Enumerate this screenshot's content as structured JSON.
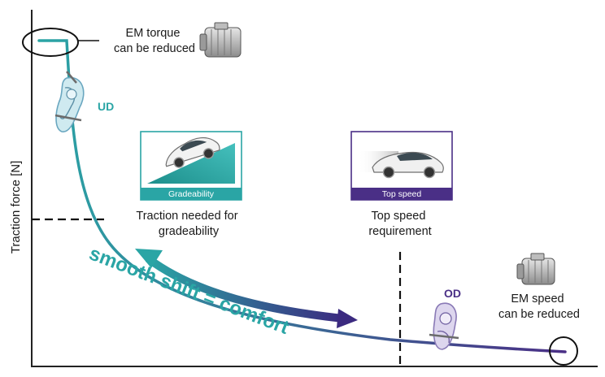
{
  "axis": {
    "y_label": "Traction force [N]"
  },
  "curve": {
    "start_color": "#2aa5a5",
    "end_color": "#4a2f86"
  },
  "annotations": {
    "em_torque": [
      "EM torque",
      "can be reduced"
    ],
    "em_speed": [
      "EM speed",
      "can be reduced"
    ],
    "traction_needed": [
      "Traction needed for",
      "gradeability"
    ],
    "top_speed_req": [
      "Top speed",
      "requirement"
    ],
    "smooth_shift": "smooth shift = comfort"
  },
  "gear_labels": {
    "underdrive": "UD",
    "overdrive": "OD"
  },
  "cards": {
    "gradeability": {
      "caption": "Gradeability",
      "color": "#2aa5a5"
    },
    "top_speed": {
      "caption": "Top speed",
      "color": "#4a2f86"
    }
  },
  "icons": {
    "motor": "electric-motor-icon",
    "transmission": "transmission-gear-icon",
    "car_uphill": "car-uphill-icon",
    "car_fast": "car-speed-icon"
  }
}
